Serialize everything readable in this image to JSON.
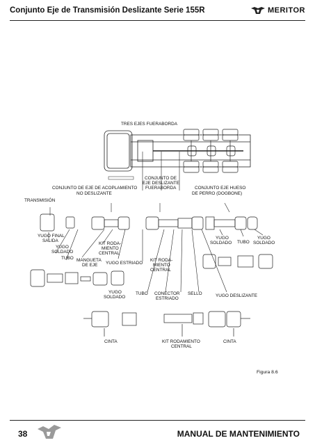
{
  "header": {
    "title": "Conjunto Eje de Transmisión Deslizante Serie 155R",
    "brand": "MERITOR"
  },
  "diagram": {
    "truck_label": "TRES EJES FUERABORDA",
    "labels": {
      "conjunto_eje_central_1": "CONJUNTO DE",
      "conjunto_eje_central_2": "EJE DESLIZANTE",
      "conjunto_eje_central_3": "FUERABORDA",
      "acoplamiento_1": "CONJUNTO DE EJE DE ACOPLAMIENTO",
      "acoplamiento_2": "NO DESLIZANTE",
      "hueso_1": "CONJUNTO EJE HUESO",
      "hueso_2": "DE PERRO (DOGBONE)",
      "transmision": "TRANSMISIÓN",
      "yugo_final_1": "YUGO FINAL",
      "yugo_final_2": "SALIDA",
      "yugo_soldado_a_1": "YUGO",
      "yugo_soldado_a_2": "SOLDADO",
      "tubo_a": "TUBO",
      "manguetra_1": "MANGUETA",
      "manguetra_2": "DE EJE",
      "kit_rod_a_1": "KIT RODA-",
      "kit_rod_a_2": "MIENTO",
      "kit_rod_a_3": "CENTRAL",
      "yugo_estriado": "YUGO ESTRIADO",
      "kit_rod_b_1": "KIT RODA-",
      "kit_rod_b_2": "MIENTO",
      "kit_rod_b_3": "CENTRAL",
      "yugo_soldado_b_1": "YUGO",
      "yugo_soldado_b_2": "SOLDADO",
      "tubo_b": "TUBO",
      "yugo_soldado_c_1": "YUGO",
      "yugo_soldado_c_2": "SOLDADO",
      "yugo_soldado_d_1": "YUGO",
      "yugo_soldado_d_2": "SOLDADO",
      "tubo_c": "TUBO",
      "conector_1": "CONECTOR",
      "conector_2": "ESTRIADO",
      "sello": "SELLO",
      "yugo_deslizante": "YUGO DESLIZANTE",
      "cinta_a": "CINTA",
      "kit_rod_c_1": "KIT RODAMIENTO",
      "kit_rod_c_2": "CENTRAL",
      "cinta_b": "CINTA"
    }
  },
  "figure_caption": "Figura 8.6",
  "footer": {
    "page_number": "38",
    "manual_title": "MANUAL DE MANTENIMIENTO"
  }
}
